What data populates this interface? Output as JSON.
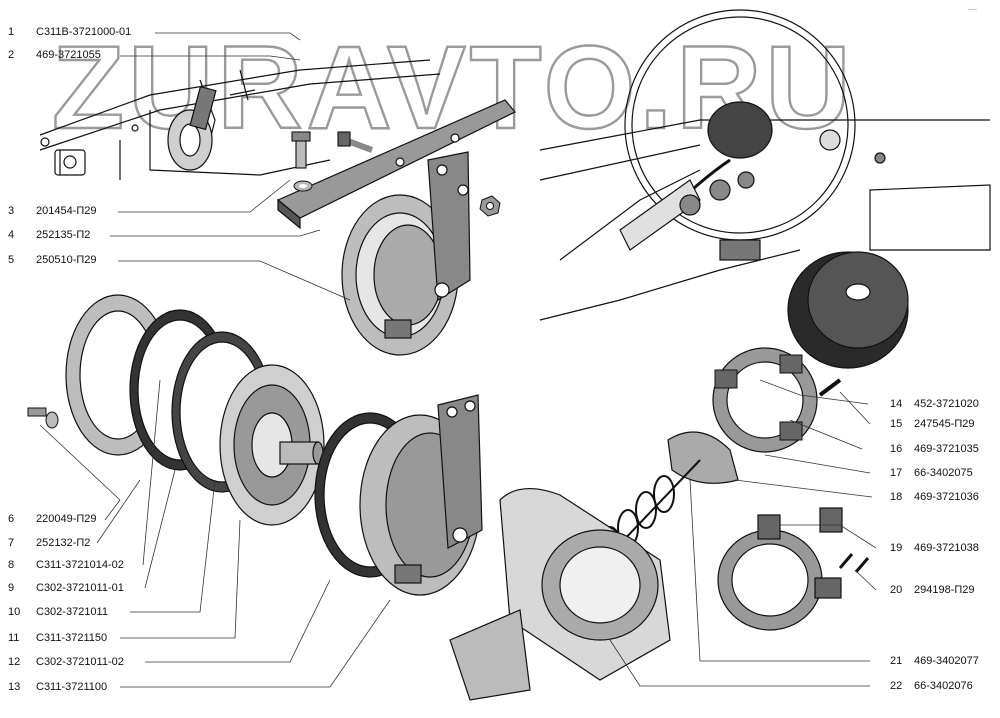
{
  "watermark": "ZURAVTO.RU",
  "corner_mark": "---",
  "colors": {
    "ink": "#111111",
    "watermark_stroke": "#9a9a9a",
    "paper": "#ffffff"
  },
  "parts": [
    {
      "num": "1",
      "code": "С311В-3721000-01"
    },
    {
      "num": "2",
      "code": "469-3721055"
    },
    {
      "num": "3",
      "code": "201454-П29"
    },
    {
      "num": "4",
      "code": "252135-П2"
    },
    {
      "num": "5",
      "code": "250510-П29"
    },
    {
      "num": "6",
      "code": "220049-П29"
    },
    {
      "num": "7",
      "code": "252132-П2"
    },
    {
      "num": "8",
      "code": "С311-3721014-02"
    },
    {
      "num": "9",
      "code": "С302-3721011-01"
    },
    {
      "num": "10",
      "code": "С302-3721011"
    },
    {
      "num": "11",
      "code": "С311-3721150"
    },
    {
      "num": "12",
      "code": "С302-3721011-02"
    },
    {
      "num": "13",
      "code": "С311-3721100"
    },
    {
      "num": "14",
      "code": "452-3721020"
    },
    {
      "num": "15",
      "code": "247545-П29"
    },
    {
      "num": "16",
      "code": "469-3721035"
    },
    {
      "num": "17",
      "code": "66-3402075"
    },
    {
      "num": "18",
      "code": "469-3721036"
    },
    {
      "num": "19",
      "code": "469-3721038"
    },
    {
      "num": "20",
      "code": "294198-П29"
    },
    {
      "num": "21",
      "code": "469-3402077"
    },
    {
      "num": "22",
      "code": "66-3402076"
    }
  ]
}
